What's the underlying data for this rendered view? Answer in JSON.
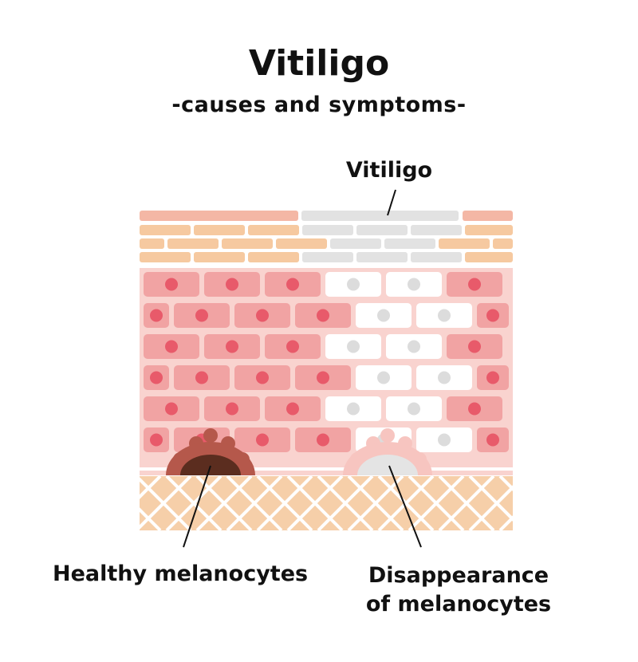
{
  "title": "Vitiligo",
  "subtitle": "-causes and symptoms-",
  "labels": {
    "vitiligo_area": "Vitiligo",
    "healthy_melanocytes": "Healthy melanocytes",
    "disappearance_line1": "Disappearance",
    "disappearance_line2": "of melanocytes"
  },
  "colors": {
    "top_layer_pigmented": "#f4b7a5",
    "top_layer_depigmented": "#e2e2e2",
    "brick_pigmented": "#f6c9a0",
    "brick_depigmented": "#e2e2e2",
    "cell_pigmented": "#f1a3a3",
    "cell_background": "#f9d3cf",
    "nucleus_pigmented": "#e85a6a",
    "cell_depigmented": "#ffffff",
    "nucleus_depigmented": "#dcdcdc",
    "dermis": "#f6cfa9",
    "melanocyte_healthy": "#b5584b",
    "melanocyte_healthy_core": "#5b2d1f",
    "melanocyte_faded": "#f7c5c0",
    "melanocyte_faded_core": "#e4e4e4",
    "leader_line": "#111111"
  }
}
